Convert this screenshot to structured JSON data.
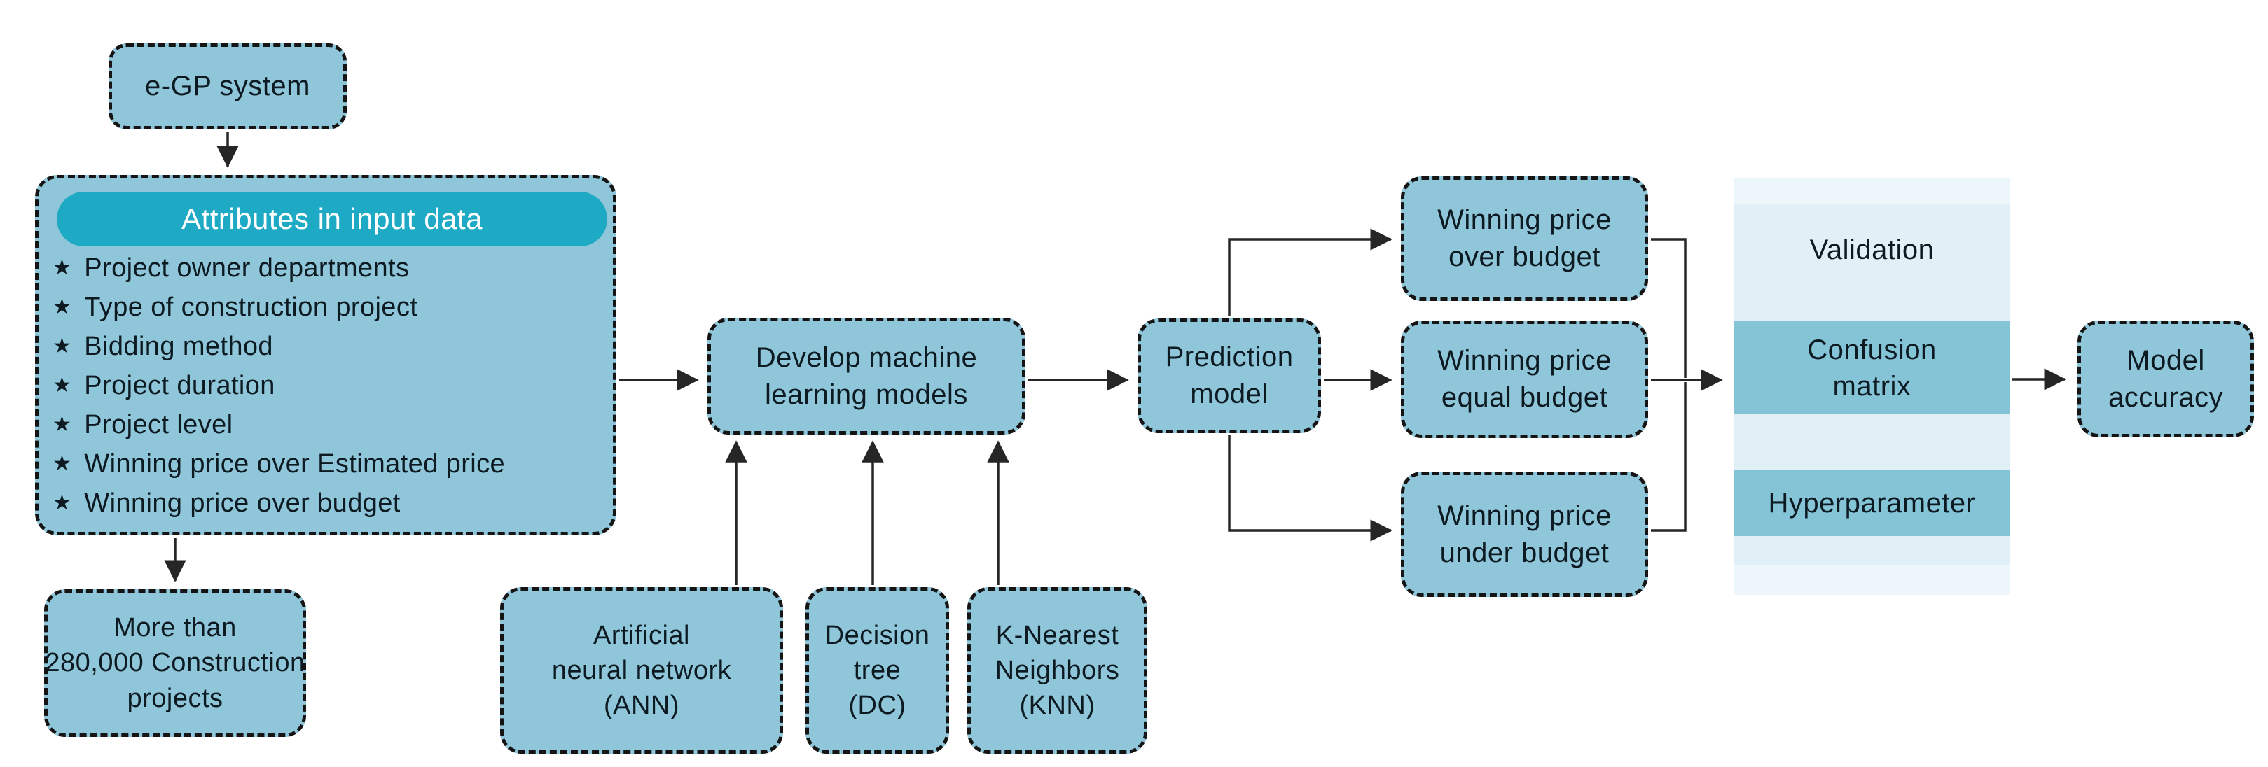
{
  "diagram": {
    "title_hint": "Machine learning workflow for construction bid price prediction",
    "colors": {
      "node_fill": "#8fc6d9",
      "pill_fill": "#1ea9c4",
      "panel_bg": "#e1f0f7",
      "panel_stripe": "#edf7fb",
      "band_fill": "#85c4d7",
      "border_color": "#151515",
      "wire_color": "#262626",
      "text_color": "#0d1a22",
      "pill_text": "#ffffff",
      "canvas_bg": "#ffffff"
    },
    "nodes": {
      "egp": {
        "label": "e-GP system"
      },
      "attributes": {
        "header": "Attributes in input data",
        "bullet": "★",
        "items": [
          "Project owner departments",
          "Type of construction project",
          "Bidding method",
          "Project duration",
          "Project level",
          "Winning price over Estimated price",
          "Winning price over budget"
        ]
      },
      "dataset": {
        "lines": [
          "More than",
          "280,000 Construction",
          "projects"
        ]
      },
      "develop": {
        "lines": [
          "Develop machine",
          "learning models"
        ]
      },
      "ann": {
        "lines": [
          "Artificial",
          "neural network",
          "(ANN)"
        ]
      },
      "dc": {
        "lines": [
          "Decision",
          "tree",
          "(DC)"
        ]
      },
      "knn": {
        "lines": [
          "K-Nearest",
          "Neighbors",
          "(KNN)"
        ]
      },
      "prediction": {
        "lines": [
          "Prediction",
          "model"
        ]
      },
      "over_budget": {
        "lines": [
          "Winning price",
          "over budget"
        ]
      },
      "equal_budget": {
        "lines": [
          "Winning price",
          "equal budget"
        ]
      },
      "under_budget": {
        "lines": [
          "Winning price",
          "under budget"
        ]
      },
      "validation": {
        "label": "Validation"
      },
      "confusion": {
        "lines": [
          "Confusion",
          "matrix"
        ]
      },
      "hyperparameter": {
        "label": "Hyperparameter"
      },
      "accuracy": {
        "lines": [
          "Model",
          "accuracy"
        ]
      }
    }
  }
}
